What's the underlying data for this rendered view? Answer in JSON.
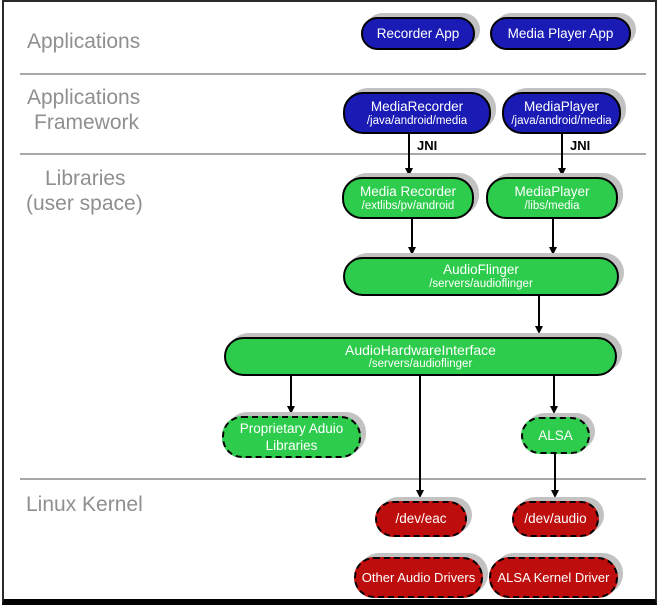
{
  "layer_labels": {
    "applications": "Applications",
    "framework_line1": "Applications",
    "framework_line2": "Framework",
    "libraries_line1": "Libraries",
    "libraries_line2": "(user space)",
    "kernel": "Linux Kernel"
  },
  "nodes": {
    "recorder_app": {
      "title": "Recorder App"
    },
    "media_player_app": {
      "title": "Media Player App"
    },
    "media_recorder_fw": {
      "title": "MediaRecorder",
      "subtitle": "/java/android/media"
    },
    "media_player_fw": {
      "title": "MediaPlayer",
      "subtitle": "/java/android/media"
    },
    "media_recorder_lib": {
      "title": "Media Recorder",
      "subtitle": "/extlibs/pv/android"
    },
    "media_player_lib": {
      "title": "MediaPlayer",
      "subtitle": "/libs/media"
    },
    "audio_flinger": {
      "title": "AudioFlinger",
      "subtitle": "/servers/audioflinger"
    },
    "audio_hw_interface": {
      "title": "AudioHardwareInterface",
      "subtitle": "/servers/audioflinger"
    },
    "proprietary_libs": {
      "title": "Proprietary Aduio Libraries"
    },
    "alsa": {
      "title": "ALSA"
    },
    "dev_eac": {
      "title": "/dev/eac"
    },
    "dev_audio": {
      "title": "/dev/audio"
    },
    "other_audio_drivers": {
      "title": "Other Audio Drivers"
    },
    "alsa_kernel_driver": {
      "title": "ALSA Kernel Driver"
    }
  },
  "edge_labels": {
    "jni_left": "JNI",
    "jni_right": "JNI"
  },
  "colors": {
    "app_blue": "#1a1ab5",
    "lib_green": "#2ecc4d",
    "kernel_red": "#bd0d0d",
    "shadow_gray": "#c2c2c2",
    "label_gray": "#8f8f8f",
    "divider_gray": "#a8a8a8",
    "border_black": "#000000"
  }
}
